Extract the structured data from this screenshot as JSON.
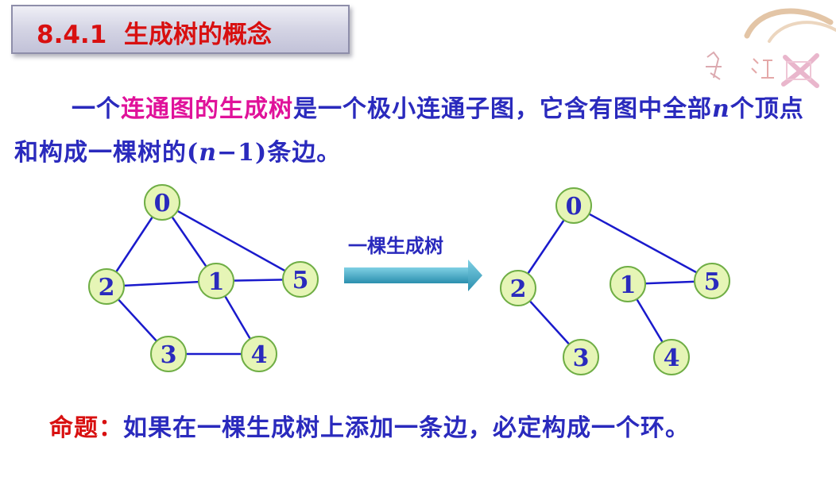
{
  "title": {
    "number": "8.4.1",
    "text": "生成树的概念"
  },
  "paragraph": {
    "part1": "一个",
    "highlight": "连通图的生成树",
    "part2": "是一个极小连通子图，它含有图中全部",
    "n1": "n",
    "part3": "个顶点和构成一棵树的(",
    "n2": "n",
    "part4": "−1)条边。"
  },
  "arrow_label": "一棵生成树",
  "proposition": {
    "label": "命题：",
    "text": "如果在一棵生成树上添加一条边，必定构成一个环。"
  },
  "graph_left": {
    "nodes": [
      {
        "id": "0",
        "label": "0"
      },
      {
        "id": "1",
        "label": "1"
      },
      {
        "id": "2",
        "label": "2"
      },
      {
        "id": "3",
        "label": "3"
      },
      {
        "id": "4",
        "label": "4"
      },
      {
        "id": "5",
        "label": "5"
      }
    ],
    "edges": [
      [
        "0",
        "2"
      ],
      [
        "0",
        "1"
      ],
      [
        "0",
        "5"
      ],
      [
        "2",
        "1"
      ],
      [
        "1",
        "5"
      ],
      [
        "2",
        "3"
      ],
      [
        "3",
        "4"
      ],
      [
        "1",
        "4"
      ]
    ]
  },
  "graph_right": {
    "nodes": [
      {
        "id": "0",
        "label": "0"
      },
      {
        "id": "1",
        "label": "1"
      },
      {
        "id": "2",
        "label": "2"
      },
      {
        "id": "3",
        "label": "3"
      },
      {
        "id": "4",
        "label": "4"
      },
      {
        "id": "5",
        "label": "5"
      }
    ],
    "edges": [
      [
        "0",
        "2"
      ],
      [
        "0",
        "5"
      ],
      [
        "1",
        "5"
      ],
      [
        "2",
        "3"
      ],
      [
        "1",
        "4"
      ]
    ]
  },
  "colors": {
    "title": "#d81010",
    "text": "#2a2abd",
    "highlight": "#e0129a",
    "edge": "#1a1acc",
    "node_fill": "#e6f5b6",
    "node_stroke": "#6fae45",
    "arrow": "#2f98b6"
  }
}
